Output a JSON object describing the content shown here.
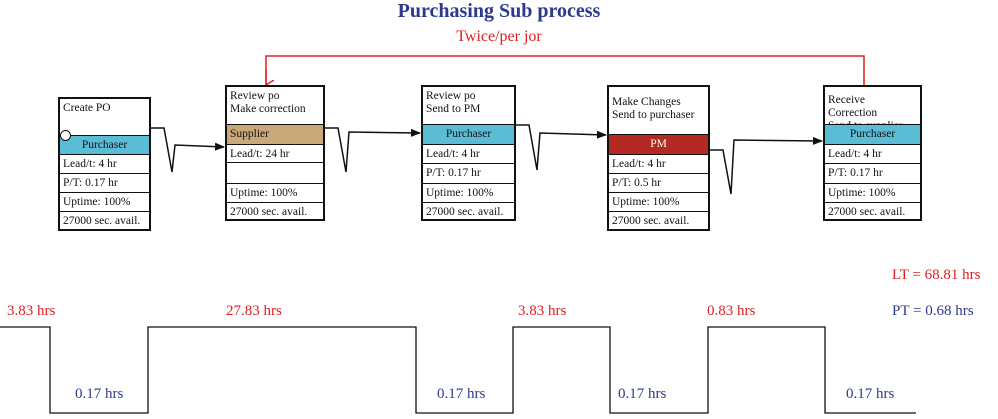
{
  "title": "Purchasing Sub process",
  "feedback": {
    "label": "Twice/per jor"
  },
  "colors": {
    "title": "#2b3a8f",
    "red": "#e02020",
    "blue": "#2b3a8f",
    "purchaser": "#5bbcd6",
    "supplier": "#c9a97a",
    "pm": "#b22a22"
  },
  "boxes": [
    {
      "head": [
        "Create PO"
      ],
      "role": "Purchaser",
      "rows": [
        "Lead/t: 4 hr",
        "P/T: 0.17 hr",
        "Uptime: 100%",
        "27000 sec. avail."
      ]
    },
    {
      "head": [
        "Review po",
        "Make correction"
      ],
      "role": "Supplier",
      "rows": [
        "Lead/t: 24 hr",
        "",
        "Uptime: 100%",
        "27000 sec. avail."
      ]
    },
    {
      "head": [
        "Review po",
        "Send to PM"
      ],
      "role": "Purchaser",
      "rows": [
        "Lead/t: 4 hr",
        "P/T: 0.17 hr",
        "Uptime: 100%",
        "27000 sec. avail."
      ]
    },
    {
      "head": [
        "Make Changes",
        "Send to purchaser"
      ],
      "role": "PM",
      "rows": [
        "Lead/t: 4 hr",
        "P/T: 0.5 hr",
        "Uptime: 100%",
        "27000 sec. avail."
      ]
    },
    {
      "head": [
        "Receive Correction",
        "Send to supplier"
      ],
      "role": "Purchaser",
      "rows": [
        "Lead/t: 4 hr",
        "P/T: 0.17 hr",
        "Uptime: 100%",
        "27000 sec. avail."
      ]
    }
  ],
  "summary": {
    "lt": "LT = 68.81 hrs",
    "pt": "PT = 0.68 hrs"
  },
  "timeline": {
    "wait": [
      "3.83 hrs",
      "27.83 hrs",
      "3.83 hrs",
      "0.83 hrs"
    ],
    "process": [
      "0.17 hrs",
      "0.17 hrs",
      "0.17 hrs",
      "0.17 hrs"
    ]
  }
}
